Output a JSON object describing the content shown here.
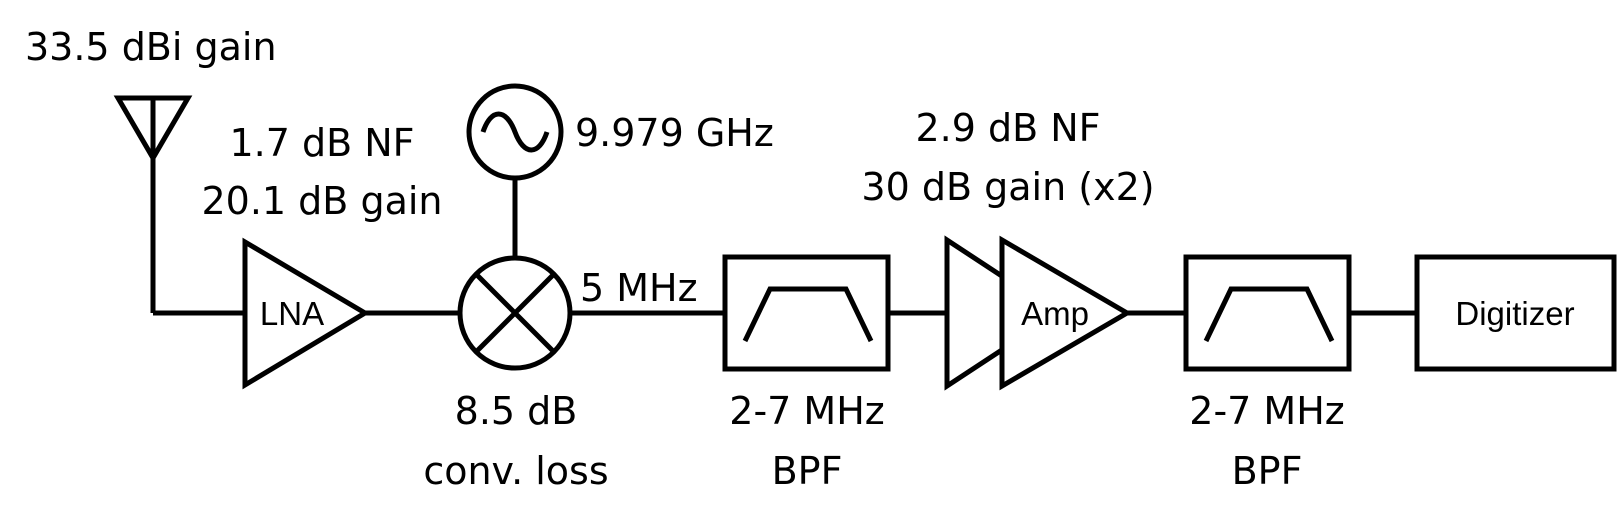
{
  "antenna": {
    "gain_label": "33.5 dBi gain"
  },
  "lna": {
    "label": "LNA",
    "nf_label": "1.7 dB NF",
    "gain_label": "20.1 dB gain"
  },
  "oscillator": {
    "freq_label": "9.979 GHz"
  },
  "mixer": {
    "loss_line1": "8.5 dB",
    "loss_line2": "conv. loss",
    "if_label": "5 MHz"
  },
  "bpf1": {
    "band_label": "2-7 MHz",
    "type_label": "BPF"
  },
  "amp": {
    "label": "Amp",
    "nf_label": "2.9 dB NF",
    "gain_label": "30 dB gain (x2)"
  },
  "bpf2": {
    "band_label": "2-7 MHz",
    "type_label": "BPF"
  },
  "digitizer": {
    "label": "Digitizer"
  }
}
